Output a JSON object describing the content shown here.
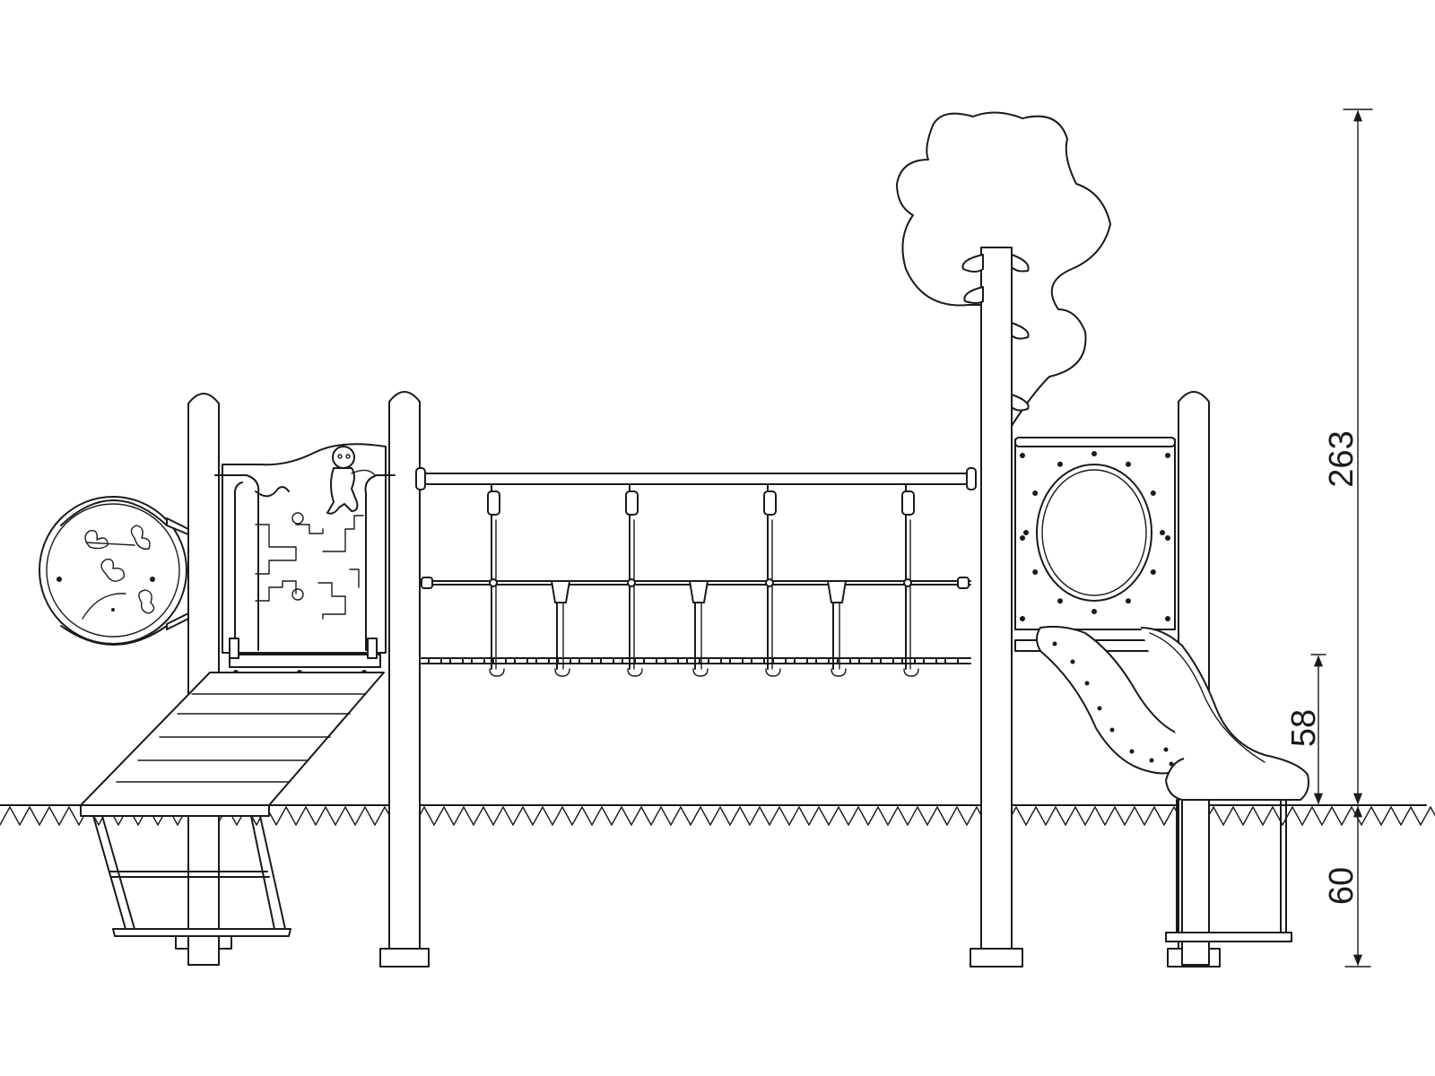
{
  "dimensions": {
    "total_height": "263",
    "slide_height": "58",
    "foundation_depth": "60"
  },
  "colors": {
    "line": "#1a1a1a",
    "background": "#ffffff"
  }
}
